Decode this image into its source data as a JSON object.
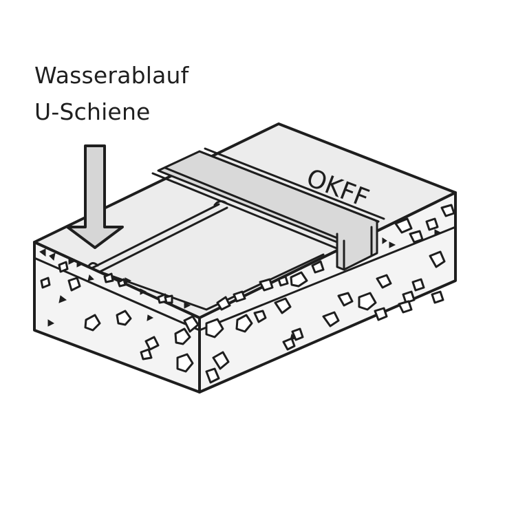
{
  "labels": {
    "line1": "Wasserablauf",
    "line2": "U-Schiene",
    "okff": "OKFF"
  },
  "colors": {
    "stroke": "#1e1e1e",
    "slab_top": "#ececec",
    "slab_side": "#f4f4f4",
    "rail": "#d9d9d9",
    "arrow": "#d6d6d6"
  }
}
